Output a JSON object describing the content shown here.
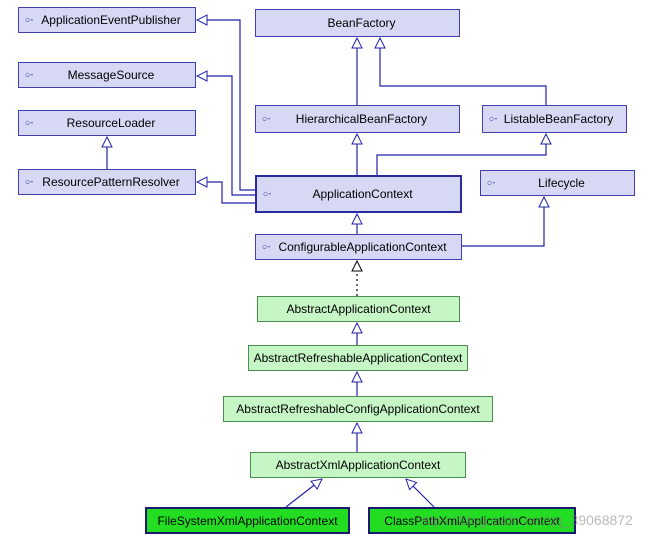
{
  "diagram": {
    "nodes": {
      "application_event_publisher": {
        "label": "ApplicationEventPublisher",
        "kind": "interface"
      },
      "message_source": {
        "label": "MessageSource",
        "kind": "interface"
      },
      "resource_loader": {
        "label": "ResourceLoader",
        "kind": "interface"
      },
      "resource_pattern_resolver": {
        "label": "ResourcePatternResolver",
        "kind": "interface"
      },
      "bean_factory": {
        "label": "BeanFactory",
        "kind": "interface"
      },
      "hierarchical_bean_factory": {
        "label": "HierarchicalBeanFactory",
        "kind": "interface"
      },
      "listable_bean_factory": {
        "label": "ListableBeanFactory",
        "kind": "interface"
      },
      "application_context": {
        "label": "ApplicationContext",
        "kind": "interface"
      },
      "lifecycle": {
        "label": "Lifecycle",
        "kind": "interface"
      },
      "configurable_application_context": {
        "label": "ConfigurableApplicationContext",
        "kind": "interface"
      },
      "abstract_application_context": {
        "label": "AbstractApplicationContext",
        "kind": "abstract-class"
      },
      "abstract_refreshable_application_context": {
        "label": "AbstractRefreshableApplicationContext",
        "kind": "abstract-class"
      },
      "abstract_refreshable_config_application_context": {
        "label": "AbstractRefreshableConfigApplicationContext",
        "kind": "abstract-class"
      },
      "abstract_xml_application_context": {
        "label": "AbstractXmlApplicationContext",
        "kind": "abstract-class"
      },
      "file_system_xml_application_context": {
        "label": "FileSystemXmlApplicationContext",
        "kind": "class"
      },
      "class_path_xml_application_context": {
        "label": "ClassPathXmlApplicationContext",
        "kind": "class"
      }
    },
    "edges": [
      {
        "from": "resource_pattern_resolver",
        "to": "resource_loader",
        "type": "extends"
      },
      {
        "from": "hierarchical_bean_factory",
        "to": "bean_factory",
        "type": "extends"
      },
      {
        "from": "listable_bean_factory",
        "to": "bean_factory",
        "type": "extends"
      },
      {
        "from": "application_context",
        "to": "hierarchical_bean_factory",
        "type": "extends"
      },
      {
        "from": "application_context",
        "to": "listable_bean_factory",
        "type": "extends"
      },
      {
        "from": "application_context",
        "to": "application_event_publisher",
        "type": "extends"
      },
      {
        "from": "application_context",
        "to": "message_source",
        "type": "extends"
      },
      {
        "from": "application_context",
        "to": "resource_pattern_resolver",
        "type": "extends"
      },
      {
        "from": "configurable_application_context",
        "to": "application_context",
        "type": "extends"
      },
      {
        "from": "configurable_application_context",
        "to": "lifecycle",
        "type": "extends"
      },
      {
        "from": "abstract_application_context",
        "to": "configurable_application_context",
        "type": "implements"
      },
      {
        "from": "abstract_refreshable_application_context",
        "to": "abstract_application_context",
        "type": "extends"
      },
      {
        "from": "abstract_refreshable_config_application_context",
        "to": "abstract_refreshable_application_context",
        "type": "extends"
      },
      {
        "from": "abstract_xml_application_context",
        "to": "abstract_refreshable_config_application_context",
        "type": "extends"
      },
      {
        "from": "file_system_xml_application_context",
        "to": "abstract_xml_application_context",
        "type": "extends"
      },
      {
        "from": "class_path_xml_application_context",
        "to": "abstract_xml_application_context",
        "type": "extends"
      }
    ],
    "interface_marker": "○-",
    "watermark": "https://blog.csdn.net/qq_39068872",
    "colors": {
      "interface_fill": "#d6d8f4",
      "interface_border": "#3f3fb0",
      "abstract_fill": "#c6f5c6",
      "concrete_fill": "#22dd22",
      "line": "#2222aa"
    }
  }
}
